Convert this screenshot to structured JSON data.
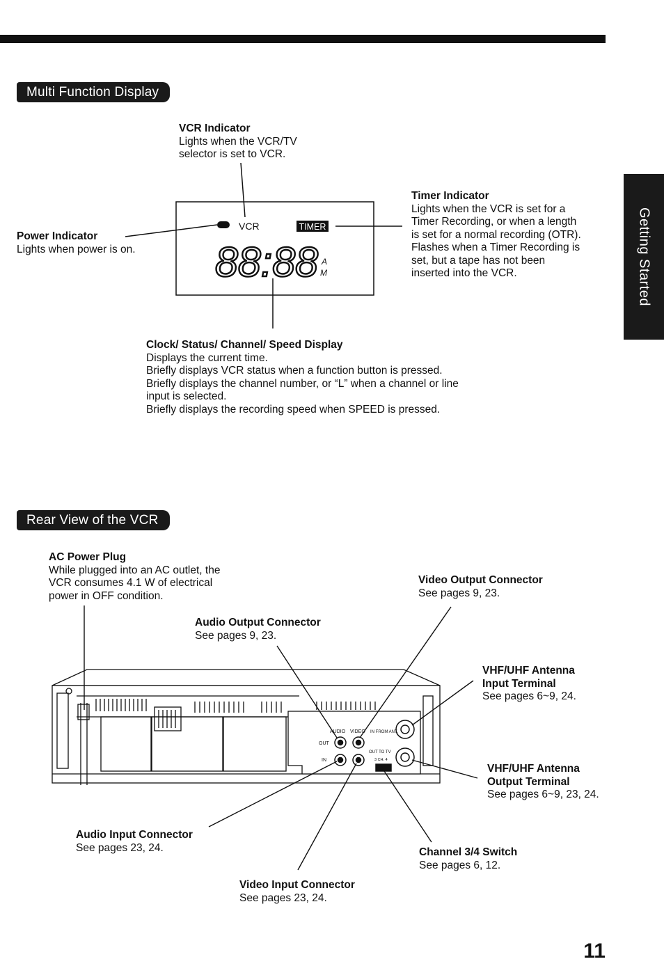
{
  "side_tab": {
    "label": "Getting Started"
  },
  "multi_function_display": {
    "header": "Multi Function Display",
    "vcr_indicator": {
      "title": "VCR Indicator",
      "desc": [
        "Lights when the VCR/TV",
        "selector is set to VCR."
      ]
    },
    "timer_indicator": {
      "title": "Timer Indicator",
      "desc": [
        "Lights when the VCR is set for a",
        "Timer Recording, or when a length",
        "is set for a normal recording (OTR).",
        "Flashes when a Timer Recording is",
        "set, but a tape has not been",
        "inserted into the VCR."
      ]
    },
    "power_indicator": {
      "title": "Power Indicator",
      "desc": [
        "Lights when power is on."
      ]
    },
    "clock_display": {
      "title": "Clock/ Status/ Channel/ Speed Display",
      "desc": [
        "Displays the current time.",
        "Briefly displays VCR status when a function button is pressed.",
        "Briefly displays the channel number, or “L” when a channel or line",
        "input is selected.",
        "Briefly displays the recording speed when SPEED is pressed."
      ]
    },
    "lcd": {
      "vcr_label": "VCR",
      "timer_label": "TIMER",
      "digits": "88:88",
      "am": "A",
      "pm": "M"
    }
  },
  "rear_view": {
    "header": "Rear View of the VCR",
    "ac_power_plug": {
      "title": "AC Power Plug",
      "desc": [
        "While plugged into an AC outlet, the",
        "VCR consumes 4.1 W of electrical",
        "power in OFF condition."
      ]
    },
    "video_output": {
      "title": "Video Output Connector",
      "desc": [
        "See pages 9, 23."
      ]
    },
    "audio_output": {
      "title": "Audio Output Connector",
      "desc": [
        "See pages 9, 23."
      ]
    },
    "antenna_input": {
      "title_lines": [
        "VHF/UHF Antenna",
        "Input Terminal"
      ],
      "desc": [
        "See pages 6~9, 24."
      ]
    },
    "antenna_output": {
      "title_lines": [
        "VHF/UHF Antenna",
        "Output Terminal"
      ],
      "desc": [
        "See pages 6~9, 23, 24."
      ]
    },
    "audio_input": {
      "title": "Audio Input Connector",
      "desc": [
        "See pages 23, 24."
      ]
    },
    "channel_switch": {
      "title": "Channel 3/4 Switch",
      "desc": [
        "See pages 6, 12."
      ]
    },
    "video_input": {
      "title": "Video Input Connector",
      "desc": [
        "See pages 23, 24."
      ]
    },
    "panel_labels": {
      "audio": "AUDIO",
      "video": "VIDEO",
      "out": "OUT",
      "in": "IN",
      "in_from_ant": "IN FROM ANT.",
      "out_to_tv": "OUT TO TV",
      "ch": "3 CH. 4"
    }
  },
  "page_number": "11"
}
